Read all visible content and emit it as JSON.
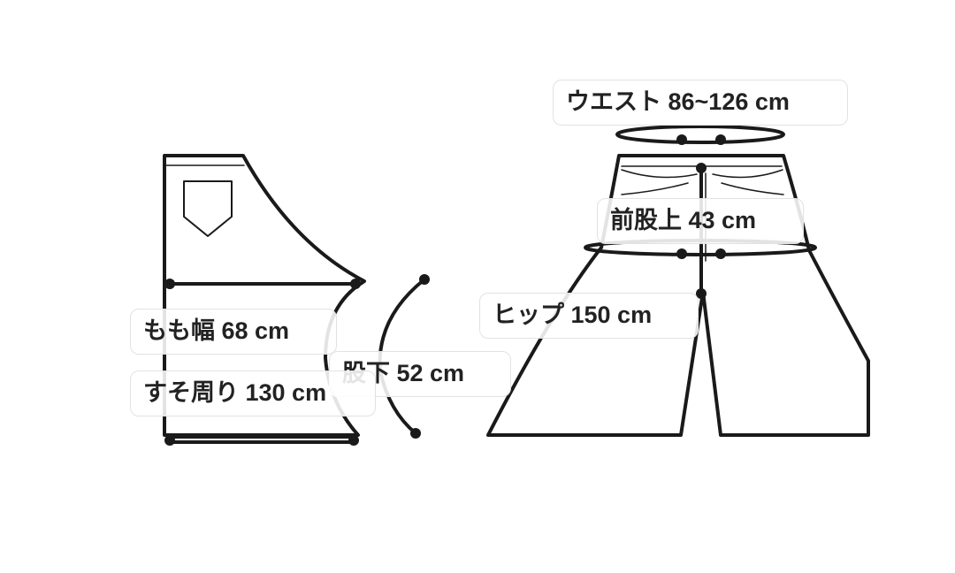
{
  "labels": {
    "waist": "ウエスト 86~126 cm",
    "front_rise": "前股上 43 cm",
    "hip": "ヒップ 150 cm",
    "thigh": "もも幅 68 cm",
    "hem": "すそ周り 130 cm",
    "inseam": "股下 52 cm"
  },
  "colors": {
    "line": "#1a1a1a",
    "label_border": "#e2e2e2",
    "text": "#222222"
  }
}
